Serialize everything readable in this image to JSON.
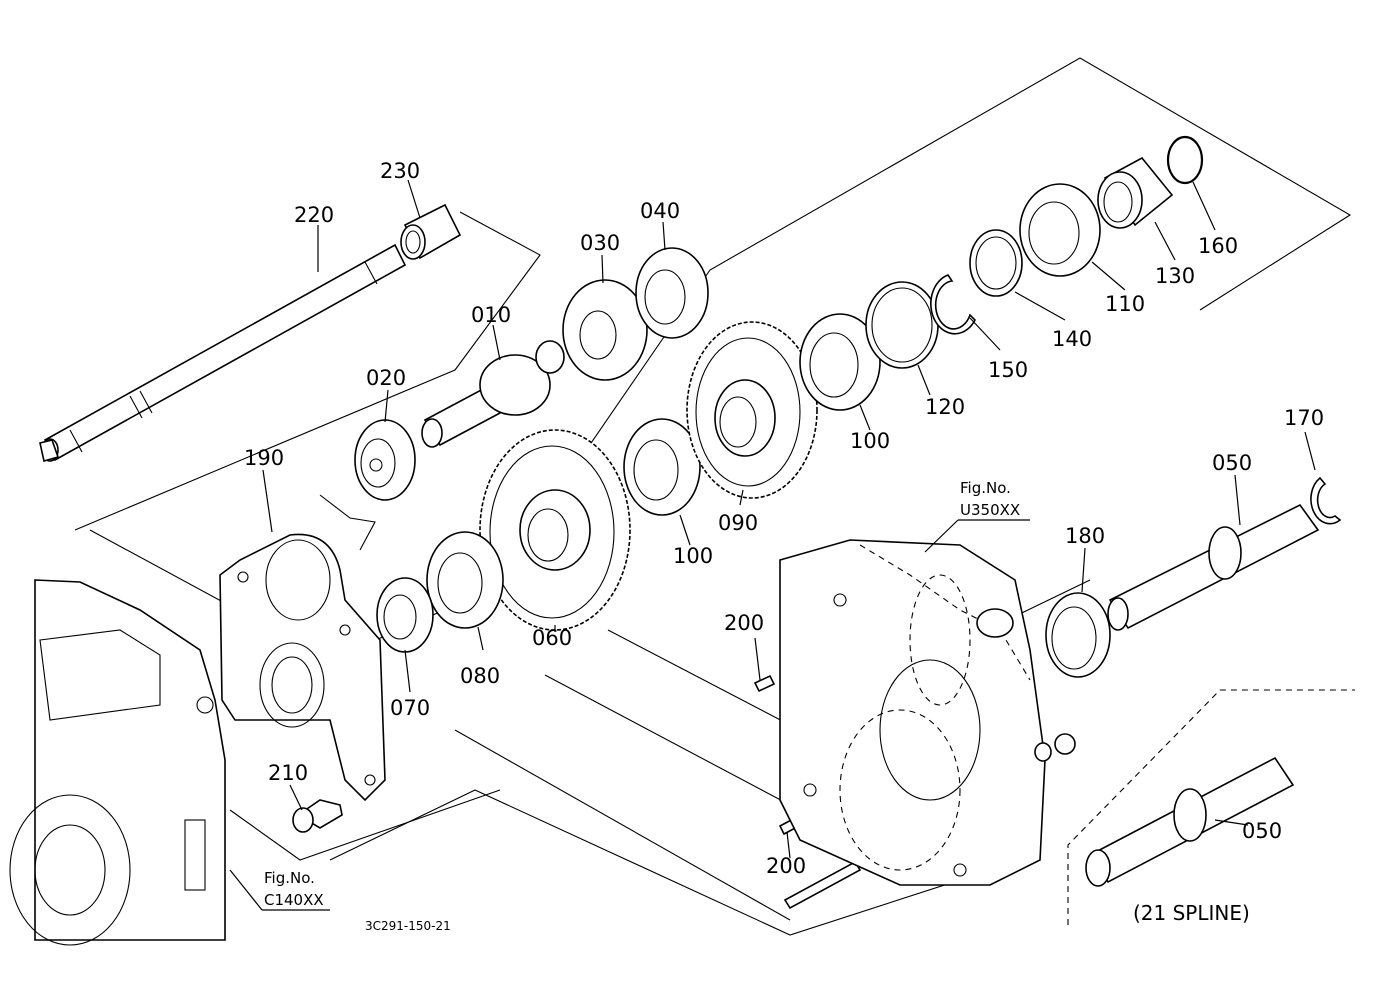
{
  "parts": {
    "p010": "010",
    "p020": "020",
    "p030": "030",
    "p040": "040",
    "p050a": "050",
    "p050b": "050",
    "p060": "060",
    "p070": "070",
    "p080": "080",
    "p090": "090",
    "p100a": "100",
    "p100b": "100",
    "p110": "110",
    "p120": "120",
    "p130": "130",
    "p140": "140",
    "p150": "150",
    "p160": "160",
    "p170": "170",
    "p180": "180",
    "p190": "190",
    "p200a": "200",
    "p200b": "200",
    "p210": "210",
    "p220": "220",
    "p230": "230"
  },
  "refs": {
    "u350": {
      "title": "Fig.No.",
      "code": "U350XX"
    },
    "c140": {
      "title": "Fig.No.",
      "code": "C140XX"
    }
  },
  "variant_note": "(21 SPLINE)",
  "drawing_code": "3C291-150-21"
}
